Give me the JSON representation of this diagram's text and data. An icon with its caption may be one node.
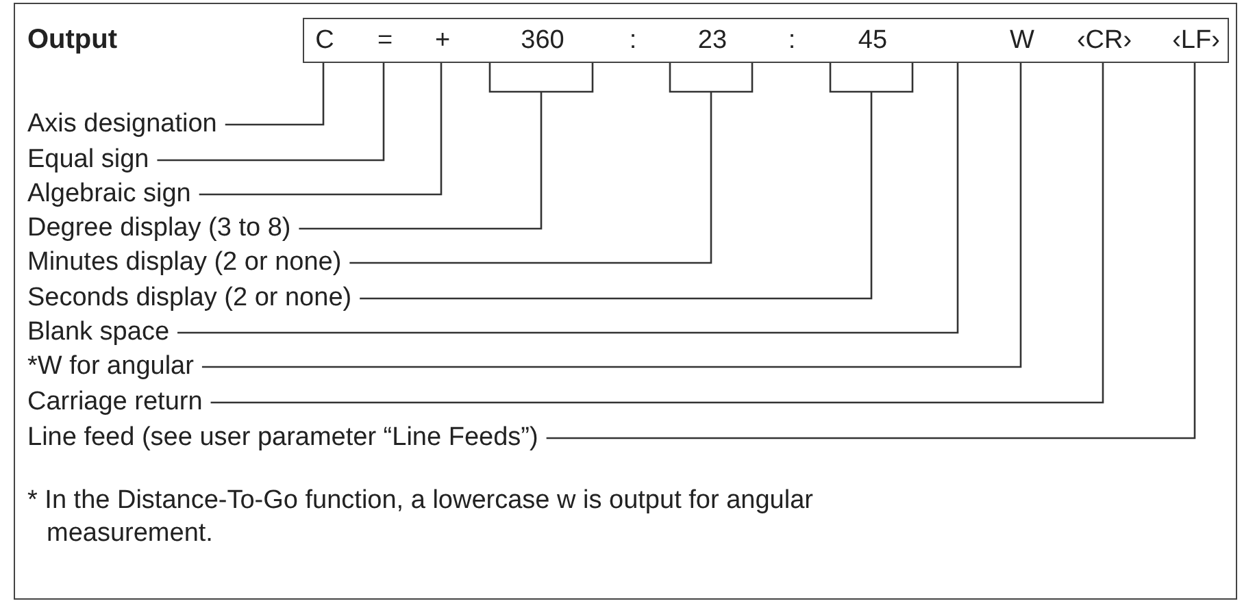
{
  "diagram": {
    "title": "Output",
    "caption": "* In the Distance-To-Go function, a lowercase w is output for angular measurement.",
    "nodes": [
      {
        "text": [],
        "shape": "box"
      },
      {
        "text": [
          "C"
        ],
        "in": 0
      },
      {
        "text": [
          "="
        ],
        "in": 0
      },
      {
        "text": [
          "+"
        ],
        "in": 0
      },
      {
        "text": [
          "360"
        ],
        "in": 0
      },
      {
        "text": [
          ":"
        ],
        "in": 0
      },
      {
        "text": [
          "23"
        ],
        "in": 0
      },
      {
        "text": [
          ":"
        ],
        "in": 0
      },
      {
        "text": [
          "45"
        ],
        "in": 0
      },
      {
        "text": [
          "W"
        ],
        "in": 0
      },
      {
        "text": [
          "‹CR›"
        ],
        "in": 0
      },
      {
        "text": [
          "‹LF›"
        ],
        "in": 0
      },
      {
        "text": [
          "Axis designation"
        ]
      },
      {
        "text": [
          "Equal sign"
        ]
      },
      {
        "text": [
          "Algebraic sign"
        ]
      },
      {
        "text": [
          "Degree display (3 to 8)"
        ]
      },
      {
        "text": [
          "Minutes display (2 or none)"
        ]
      },
      {
        "text": [
          "Seconds display (2 or none)"
        ]
      },
      {
        "text": [
          "Blank space"
        ]
      },
      {
        "text": [
          "*W for angular"
        ]
      },
      {
        "text": [
          "Carriage return"
        ]
      },
      {
        "text": [
          "Line feed (see user parameter “Line Feeds”)"
        ]
      }
    ],
    "edges": [
      {
        "from": 12,
        "to": 1,
        "arrow": "none"
      },
      {
        "from": 13,
        "to": 2,
        "arrow": "none"
      },
      {
        "from": 14,
        "to": 3,
        "arrow": "none"
      },
      {
        "from": 15,
        "to": 4,
        "arrow": "none"
      },
      {
        "from": 16,
        "to": 6,
        "arrow": "none"
      },
      {
        "from": 17,
        "to": 8,
        "arrow": "none"
      },
      {
        "from": 18,
        "to": 0,
        "arrow": "none"
      },
      {
        "from": 19,
        "to": 9,
        "arrow": "none"
      },
      {
        "from": 20,
        "to": 10,
        "arrow": "none"
      },
      {
        "from": 21,
        "to": 11,
        "arrow": "none"
      }
    ]
  }
}
